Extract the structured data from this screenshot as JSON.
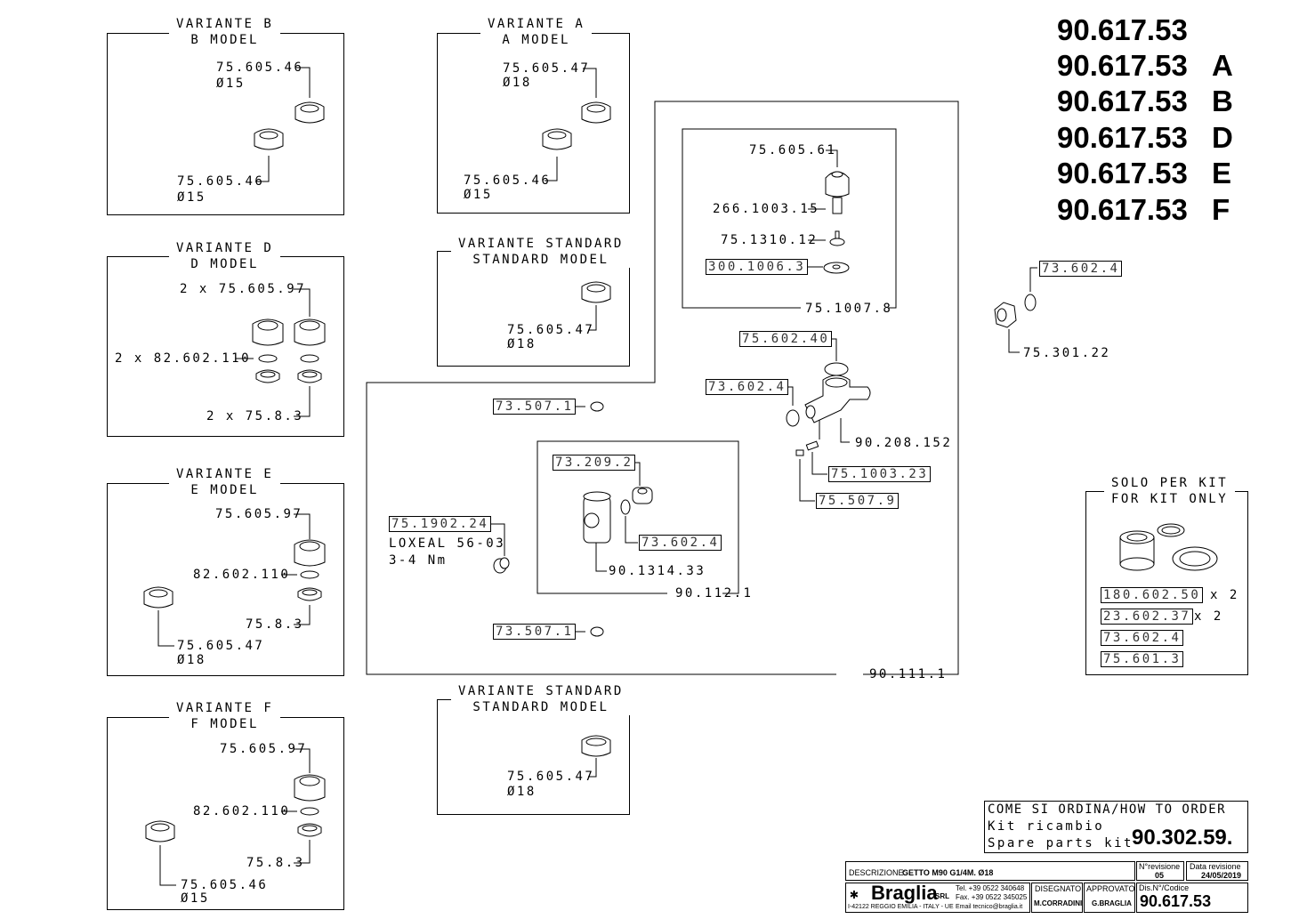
{
  "header": {
    "codes": [
      {
        "code": "90.617.53",
        "suffix": ""
      },
      {
        "code": "90.617.53",
        "suffix": "A"
      },
      {
        "code": "90.617.53",
        "suffix": "B"
      },
      {
        "code": "90.617.53",
        "suffix": "D"
      },
      {
        "code": "90.617.53",
        "suffix": "E"
      },
      {
        "code": "90.617.53",
        "suffix": "F"
      }
    ]
  },
  "variants": {
    "b": {
      "title1": "VARIANTE B",
      "title2": "B MODEL",
      "p1": "75.605.46",
      "p1d": "Ø15",
      "p2": "75.605.46",
      "p2d": "Ø15"
    },
    "d": {
      "title1": "VARIANTE D",
      "title2": "D MODEL",
      "p1": "2 x 75.605.97",
      "p2": "2 x 82.602.110",
      "p3": "2 x 75.8.3"
    },
    "e": {
      "title1": "VARIANTE E",
      "title2": "E MODEL",
      "p1": "75.605.97",
      "p2": "82.602.110",
      "p3": "75.8.3",
      "p4": "75.605.47",
      "p4d": "Ø18"
    },
    "f": {
      "title1": "VARIANTE F",
      "title2": "F MODEL",
      "p1": "75.605.97",
      "p2": "82.602.110",
      "p3": "75.8.3",
      "p4": "75.605.46",
      "p4d": "Ø15"
    },
    "a": {
      "title1": "VARIANTE A",
      "title2": "A MODEL",
      "p1": "75.605.47",
      "p1d": "Ø18",
      "p2": "75.605.46",
      "p2d": "Ø15"
    },
    "std1": {
      "title1": "VARIANTE STANDARD",
      "title2": "STANDARD MODEL",
      "p1": "75.605.47",
      "p1d": "Ø18"
    },
    "std2": {
      "title1": "VARIANTE STANDARD",
      "title2": "STANDARD MODEL",
      "p1": "75.605.47",
      "p1d": "Ø18"
    }
  },
  "valve_group": {
    "assembly": "75.1007.8",
    "parts": [
      "75.605.61",
      "266.1003.15",
      "75.1310.12",
      "300.1006.3"
    ]
  },
  "body_group": {
    "assembly": "90.111.1",
    "oring": "75.602.40",
    "washer": "73.602.4",
    "body": "90.208.152",
    "spring": "75.1003.23",
    "screw": "75.507.9",
    "cap_top": "73.507.1",
    "cap_bottom": "73.507.1",
    "plug": "75.1902.24",
    "plug_note1": "LOXEAL 56-03",
    "plug_note2": "3-4 Nm"
  },
  "tee_group": {
    "assembly": "90.112.1",
    "nut": "73.209.2",
    "washer": "73.602.4",
    "body": "90.1314.33"
  },
  "side_parts": {
    "washer": "73.602.4",
    "nut": "75.301.22"
  },
  "kit_only": {
    "title1": "SOLO PER KIT",
    "title2": "FOR KIT ONLY",
    "items": [
      {
        "code": "180.602.50",
        "qty": "x 2"
      },
      {
        "code": "23.602.37",
        "qty": "x 2"
      },
      {
        "code": "73.602.4",
        "qty": ""
      },
      {
        "code": "75.601.3",
        "qty": ""
      }
    ]
  },
  "order_box": {
    "line1": "COME SI ORDINA/HOW TO ORDER",
    "line2": "Kit ricambio",
    "line3": "Spare parts kit",
    "kit_code": "90.302.59."
  },
  "title_block": {
    "description_label": "DESCRIZIONE:",
    "description": "GETTO M90 G1/4M. Ø18",
    "revision_label": "N°revisione",
    "revision": "05",
    "rev_date_label": "Data revisione",
    "rev_date": "24/05/2019",
    "company": "Braglia",
    "company_suffix": "SRL",
    "tel": "Tel. +39 0522 340648",
    "fax": "Fax. +39 0522 345025",
    "email": "Email tecnico@braglia.it",
    "address": "I-42122 REGGIO EMILIA - ITALY - UE",
    "drawn_label": "DISEGNATO",
    "drawn_by": "M.CORRADINI",
    "approved_label": "APPROVATO",
    "approved_by": "G.BRAGLIA",
    "code_label": "Dis.N°/Codice",
    "code": "90.617.53"
  }
}
